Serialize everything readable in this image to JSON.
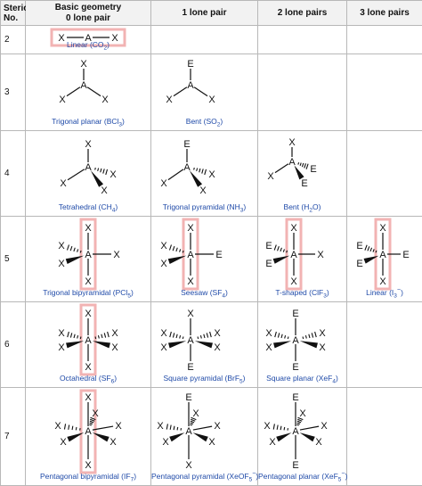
{
  "headers": {
    "steric": "Steric No.",
    "basic_line1": "Basic geometry",
    "basic_line2": "0 lone pair",
    "one": "1 lone pair",
    "two": "2 lone pairs",
    "three": "3 lone pairs"
  },
  "rows": [
    {
      "n": "2",
      "cells": [
        {
          "name": "Linear",
          "formula": "CO",
          "sub": "2"
        }
      ]
    },
    {
      "n": "3",
      "cells": [
        {
          "name": "Trigonal planar",
          "formula": "BCl",
          "sub": "3"
        },
        {
          "name": "Bent",
          "formula": "SO",
          "sub": "2"
        }
      ]
    },
    {
      "n": "4",
      "cells": [
        {
          "name": "Tetrahedral",
          "formula": "CH",
          "sub": "4"
        },
        {
          "name": "Trigonal pyramidal",
          "formula": "NH",
          "sub": "3"
        },
        {
          "name": "Bent",
          "formula": "H",
          "sub": "2",
          "tail": "O"
        }
      ]
    },
    {
      "n": "5",
      "cells": [
        {
          "name": "Trigonal bipyramidal",
          "formula": "PCl",
          "sub": "5"
        },
        {
          "name": "Seesaw",
          "formula": "SF",
          "sub": "4"
        },
        {
          "name": "T-shaped",
          "formula": "ClF",
          "sub": "3"
        },
        {
          "name": "Linear",
          "formula": "I",
          "sub": "3",
          "sup": "−"
        }
      ]
    },
    {
      "n": "6",
      "cells": [
        {
          "name": "Octahedral",
          "formula": "SF",
          "sub": "6"
        },
        {
          "name": "Square pyramidal",
          "formula": "BrF",
          "sub": "5"
        },
        {
          "name": "Square planar",
          "formula": "XeF",
          "sub": "4"
        }
      ]
    },
    {
      "n": "7",
      "cells": [
        {
          "name": "Pentagonal bipyramidal",
          "formula": "IF",
          "sub": "7"
        },
        {
          "name": "Pentagonal pyramidal",
          "formula": "XeOF",
          "sub": "5",
          "sup": "−"
        },
        {
          "name": "Pentagonal planar",
          "formula": "XeF",
          "sub": "5",
          "sup": "−"
        }
      ]
    }
  ],
  "symbols": {
    "central": "A",
    "ligand": "X",
    "lone_pair": "E"
  },
  "colors": {
    "highlight": "#f2b3b3",
    "caption": "#1f4aa8",
    "grid": "#b8b8b8",
    "header_bg": "#f2f2f2"
  }
}
